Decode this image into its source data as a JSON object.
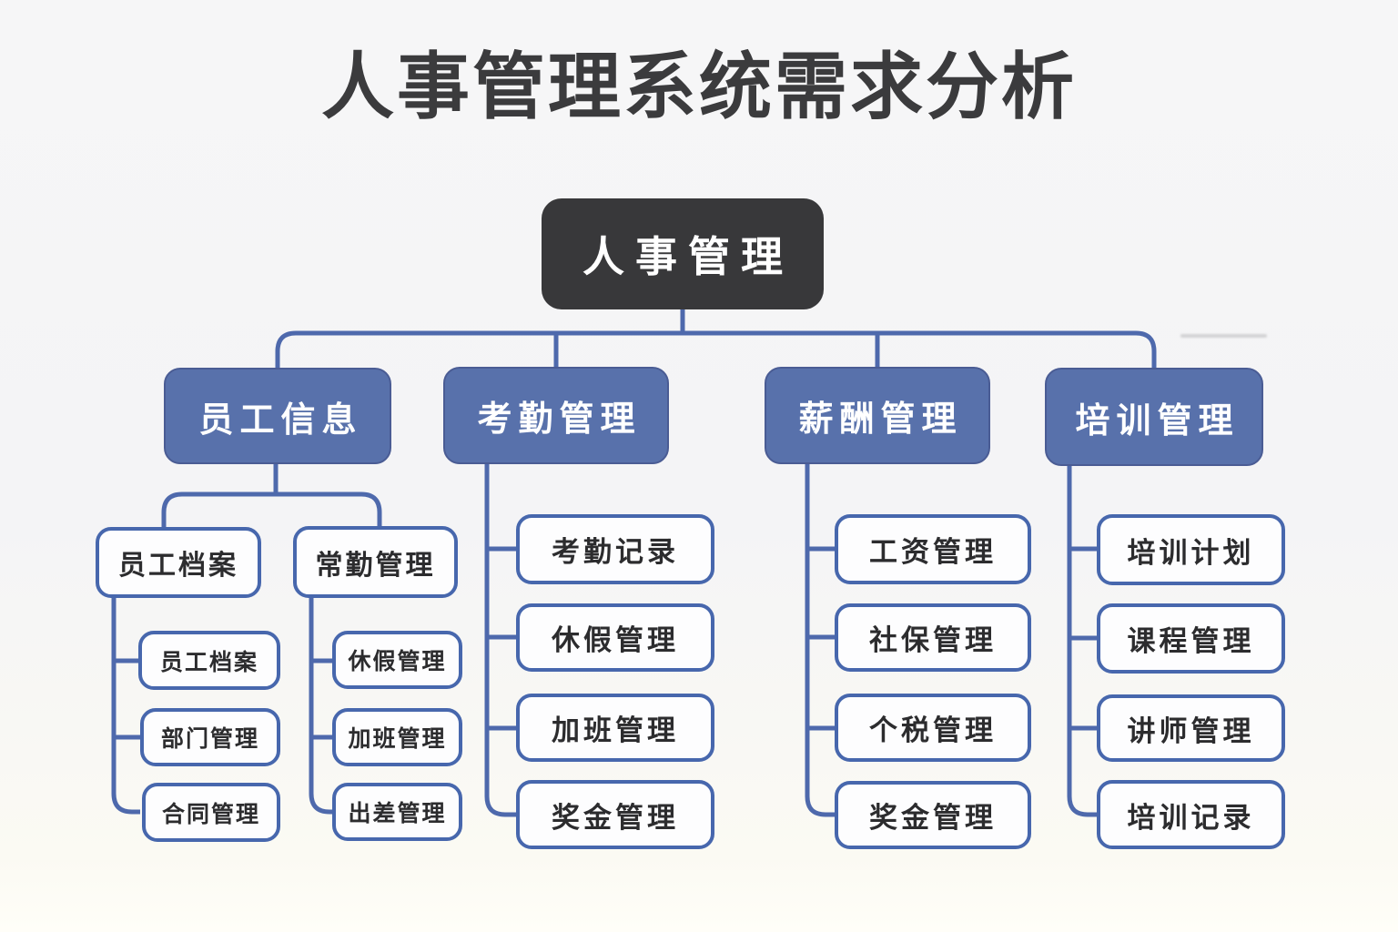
{
  "title": "人事管理系统需求分析",
  "colors": {
    "root_fill": "#38383a",
    "branch_fill": "#5871ab",
    "line_blue": "#4e69ac",
    "leaf_border": "#4767ad",
    "title_text": "#3b3b3d",
    "leaf_text": "#2c2c2e",
    "background": "#f5f5f6"
  },
  "tree": {
    "root": {
      "label": "人事管理"
    },
    "branches": [
      {
        "label": "员工信息",
        "groups": [
          {
            "label": "员工档案",
            "children": [
              "员工档案",
              "部门管理",
              "合同管理"
            ]
          },
          {
            "label": "常勤管理",
            "children": [
              "休假管理",
              "加班管理",
              "出差管理"
            ]
          }
        ]
      },
      {
        "label": "考勤管理",
        "children": [
          "考勤记录",
          "休假管理",
          "加班管理",
          "奖金管理"
        ]
      },
      {
        "label": "薪酬管理",
        "children": [
          "工资管理",
          "社保管理",
          "个税管理",
          "奖金管理"
        ]
      },
      {
        "label": "培训管理",
        "children": [
          "培训计划",
          "课程管理",
          "讲师管理",
          "培训记录"
        ]
      }
    ]
  }
}
